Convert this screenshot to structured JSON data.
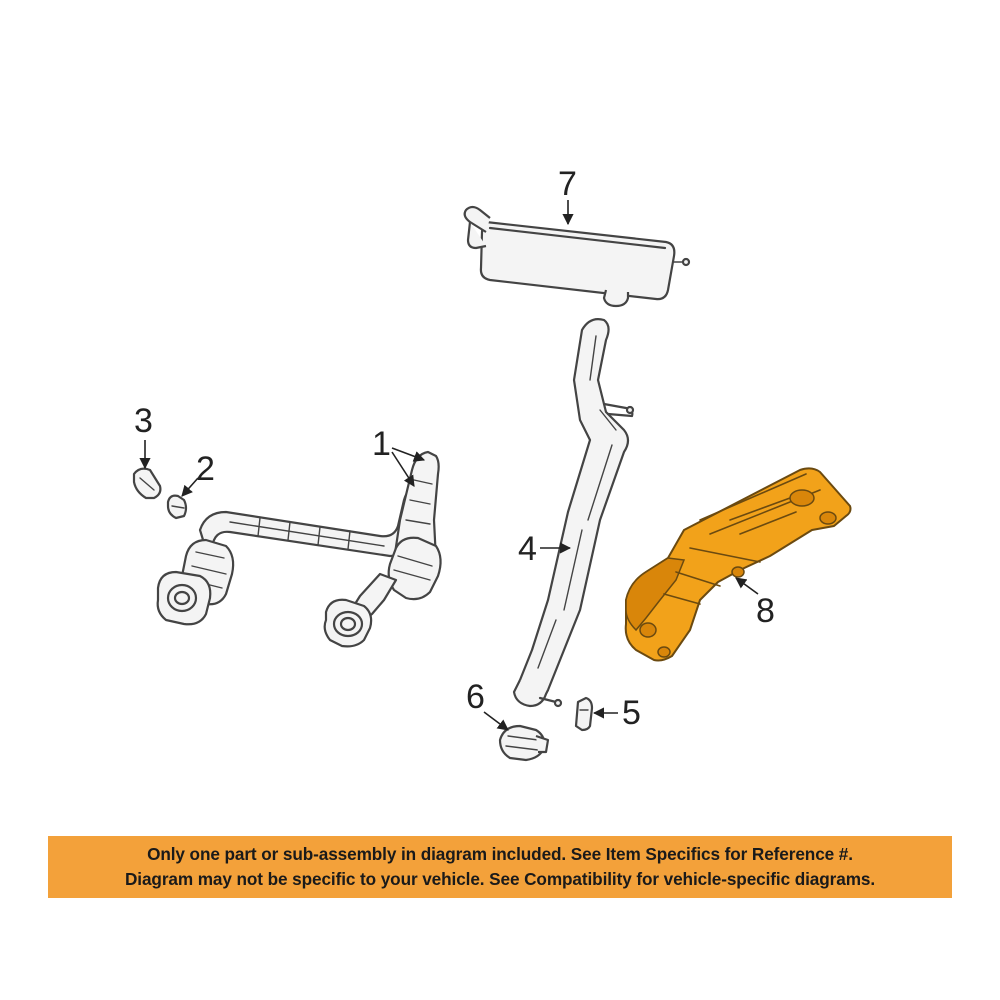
{
  "callouts": {
    "c1": "1",
    "c2": "2",
    "c3": "3",
    "c4": "4",
    "c5": "5",
    "c6": "6",
    "c7": "7",
    "c8": "8"
  },
  "notice": {
    "line1": "Only one part or sub-assembly in diagram included. See Item Specifics for Reference #.",
    "line2": "Diagram may not be specific to your vehicle. See Compatibility for vehicle-specific diagrams."
  },
  "colors": {
    "highlight": "#f2a21a",
    "banner": "#f3a13a"
  }
}
